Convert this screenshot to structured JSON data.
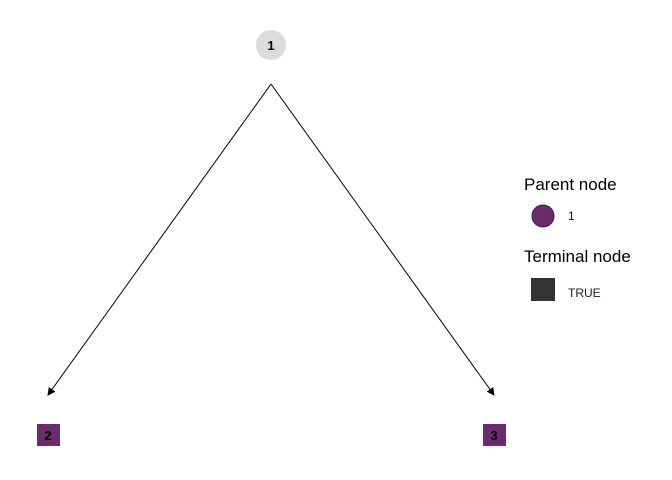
{
  "tree": {
    "root": {
      "id": "1",
      "label": "1",
      "fill": "#dcdcdc",
      "text_color": "#000000"
    },
    "terminals": [
      {
        "id": "2",
        "label": "2",
        "fill": "#6b2c6f",
        "text_color": "#000000"
      },
      {
        "id": "3",
        "label": "3",
        "fill": "#6b2c6f",
        "text_color": "#000000"
      }
    ],
    "edges": [
      {
        "from": "1",
        "to": "2"
      },
      {
        "from": "1",
        "to": "3"
      }
    ],
    "edge_color": "#000000"
  },
  "legend": {
    "parent": {
      "title": "Parent node",
      "label": "1",
      "fill": "#6b2c6f"
    },
    "terminal": {
      "title": "Terminal node",
      "label": "TRUE",
      "fill": "#333333"
    }
  }
}
